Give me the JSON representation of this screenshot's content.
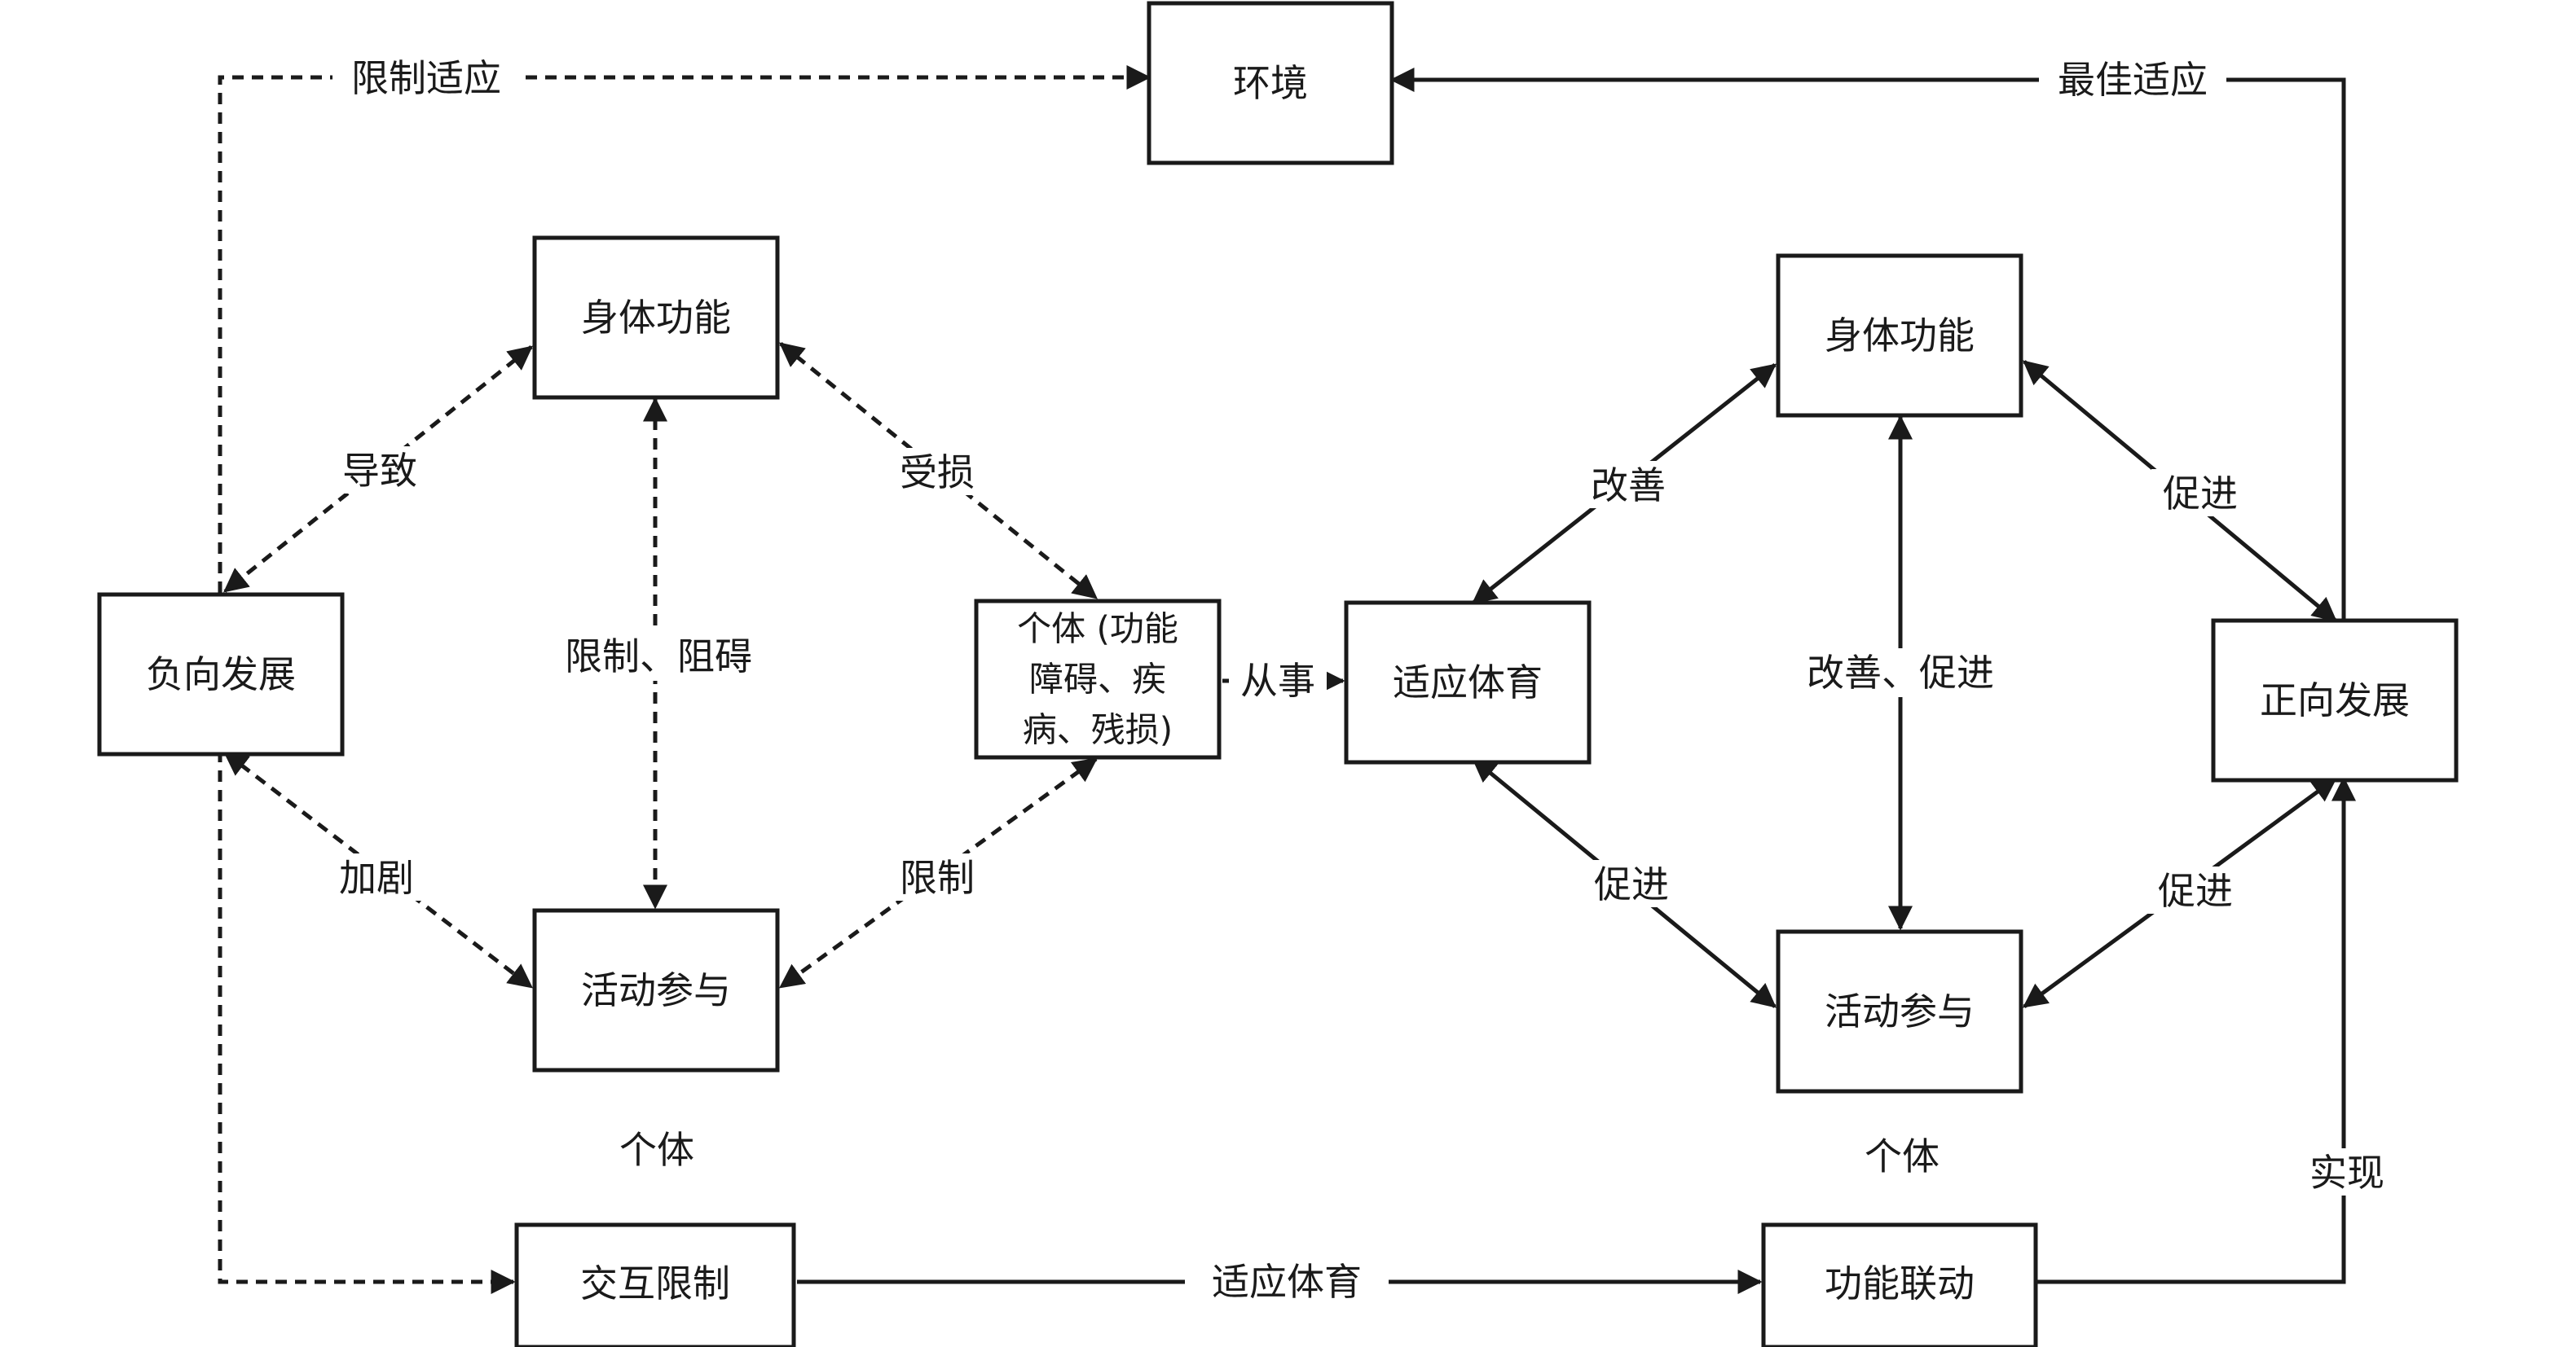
{
  "nodes": {
    "environment": "环境",
    "left_body_function": "身体功能",
    "left_activity": "活动参与",
    "negative_development": "负向发展",
    "individual_center": [
      "个体 (功能",
      "障碍、疾",
      "病、残损)"
    ],
    "adaptive_pe": "适应体育",
    "right_body_function": "身体功能",
    "right_activity": "活动参与",
    "positive_development": "正向发展",
    "mutual_restriction": "交互限制",
    "functional_linkage": "功能联动"
  },
  "labels": {
    "restricted_adaptation": "限制适应",
    "optimal_adaptation": "最佳适应",
    "lead_to": "导致",
    "damaged": "受损",
    "restrict_hinder": "限制、阻碍",
    "aggravate": "加剧",
    "restrict": "限制",
    "engage_in": "从事",
    "improve_left": "改善",
    "promote_upper_right": "促进",
    "improve_promote": "改善、促进",
    "promote_lower_left": "促进",
    "promote_lower_right": "促进",
    "individual_left": "个体",
    "individual_right": "个体",
    "adaptive_pe_bottom": "适应体育",
    "realize": "实现"
  }
}
